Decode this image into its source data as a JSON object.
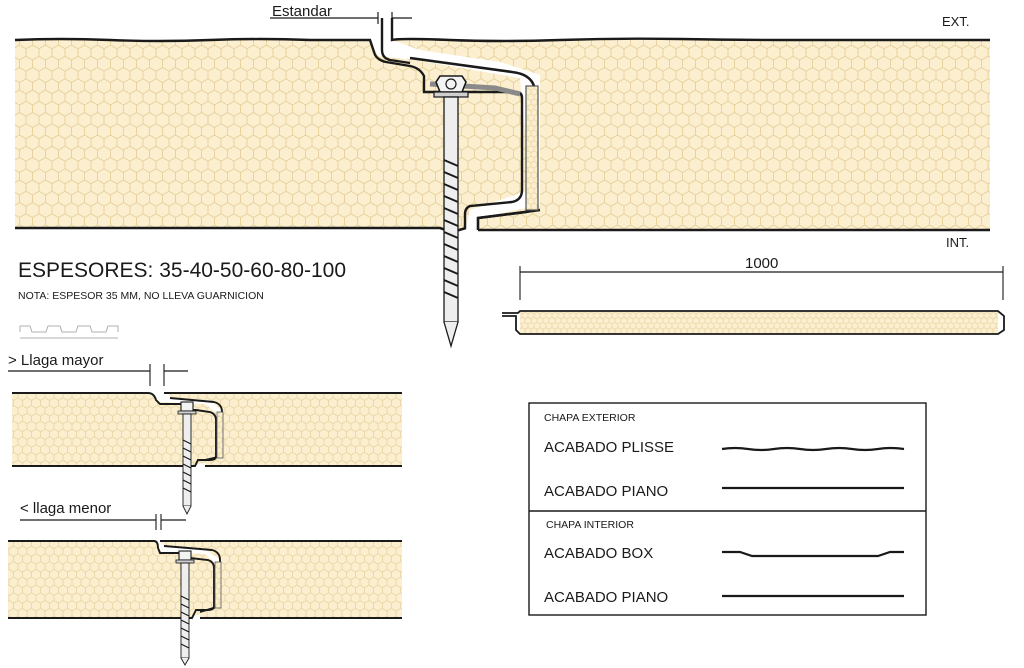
{
  "labels": {
    "top_gap": "Estandar",
    "exterior": "EXT.",
    "interior": "INT.",
    "thicknesses": "ESPESORES: 35-40-50-60-80-100",
    "note": "NOTA: ESPESOR 35 MM, NO LLEVA GUARNICION",
    "gap_larger": "> Llaga mayor",
    "gap_smaller": "< llaga menor",
    "width_dimension": "1000"
  },
  "legend": {
    "exterior_heading": "CHAPA EXTERIOR",
    "exterior_items": [
      {
        "label": "ACABADO PLISSE",
        "profile": "plisse"
      },
      {
        "label": "ACABADO PIANO",
        "profile": "flat"
      }
    ],
    "interior_heading": "CHAPA INTERIOR",
    "interior_items": [
      {
        "label": "ACABADO BOX",
        "profile": "box"
      },
      {
        "label": "ACABADO PIANO",
        "profile": "flat"
      }
    ]
  },
  "colors": {
    "foam": "#fbefcf",
    "foam_cell": "#ecd9a8",
    "line": "#1a1a1a",
    "gasket": "#8a8a8a"
  }
}
